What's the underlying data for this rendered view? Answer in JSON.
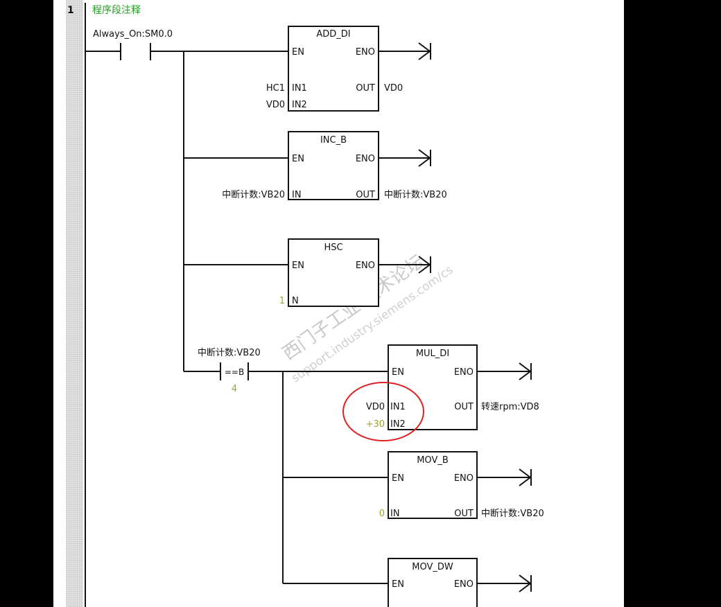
{
  "network": {
    "number": "1",
    "comment": "程序段注释"
  },
  "contact": {
    "label": "Always_On:SM0.0"
  },
  "blocks": [
    {
      "title": "ADD_DI",
      "en": "EN",
      "eno": "ENO",
      "in1": "IN1",
      "in2": "IN2",
      "out": "OUT",
      "in1_val": "HC1",
      "in2_val": "VD0",
      "out_val": "VD0"
    },
    {
      "title": "INC_B",
      "en": "EN",
      "eno": "ENO",
      "in": "IN",
      "out": "OUT",
      "in_val": "中断计数:VB20",
      "out_val": "中断计数:VB20"
    },
    {
      "title": "HSC",
      "en": "EN",
      "eno": "ENO",
      "n": "N",
      "n_val": "1"
    },
    {
      "title": "MUL_DI",
      "en": "EN",
      "eno": "ENO",
      "in1": "IN1",
      "in2": "IN2",
      "out": "OUT",
      "in1_val": "VD0",
      "in2_val": "+30",
      "out_val": "转速rpm:VD8"
    },
    {
      "title": "MOV_B",
      "en": "EN",
      "eno": "ENO",
      "in": "IN",
      "out": "OUT",
      "in_val": "0",
      "out_val": "中断计数:VB20"
    },
    {
      "title": "MOV_DW",
      "en": "EN",
      "eno": "ENO"
    }
  ],
  "compare": {
    "label": "中断计数:VB20",
    "op": "==B",
    "value": "4"
  },
  "watermark": {
    "line1": "西门子工业  技术论坛",
    "line2": "support.industry.siemens.com/cs"
  },
  "colors": {
    "highlight": "#e02020",
    "comment": "#22a022"
  }
}
